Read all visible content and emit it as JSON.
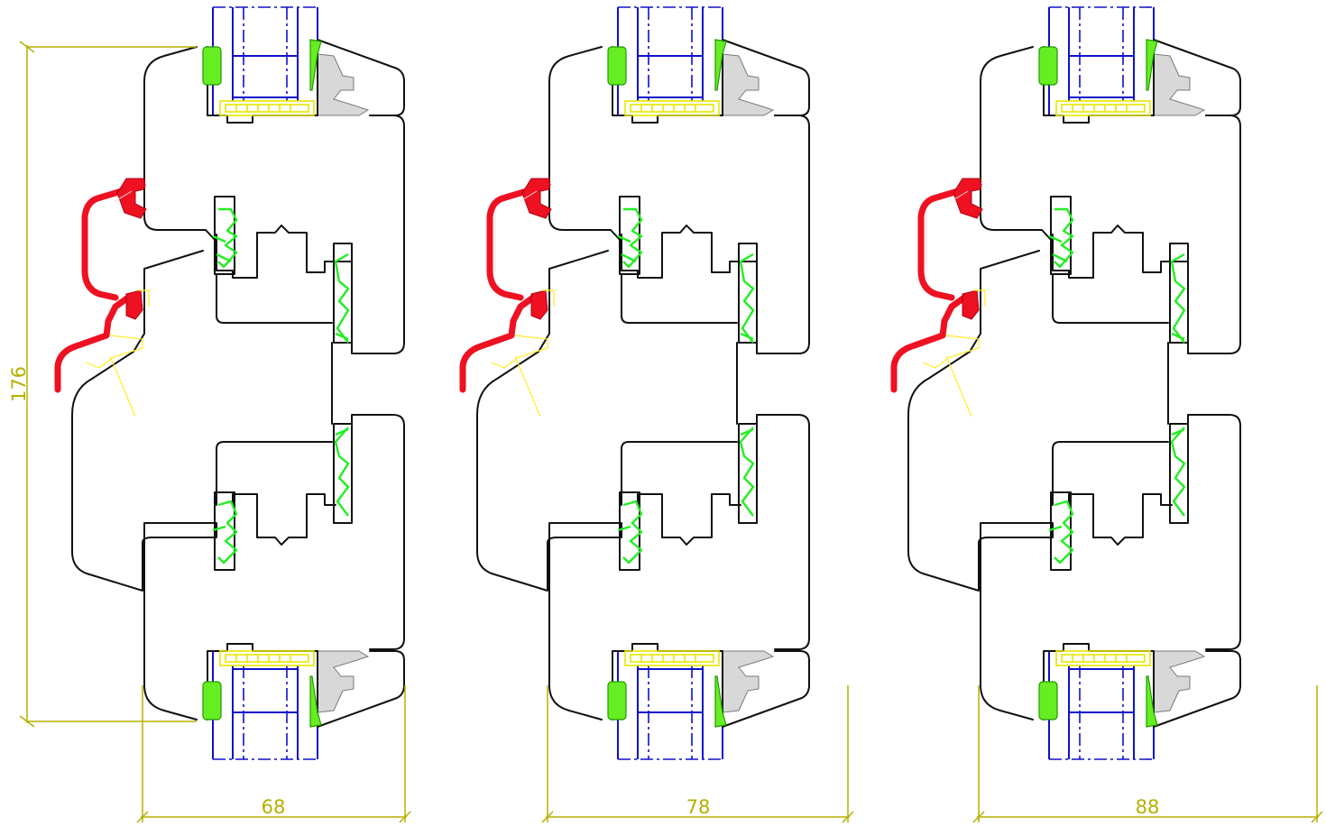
{
  "drawing": {
    "description_colors": {
      "frame_outline": "#111111",
      "glazing": "#1010cc",
      "glazing_bead": "#e8e800",
      "gasket": "#22ee22",
      "drip_profile": "#ee1122",
      "dimension": "#b5b000"
    },
    "sections": [
      {
        "id": "section-1",
        "width_label": "68"
      },
      {
        "id": "section-2",
        "width_label": "78"
      },
      {
        "id": "section-3",
        "width_label": "88"
      }
    ],
    "height_label": "176"
  }
}
